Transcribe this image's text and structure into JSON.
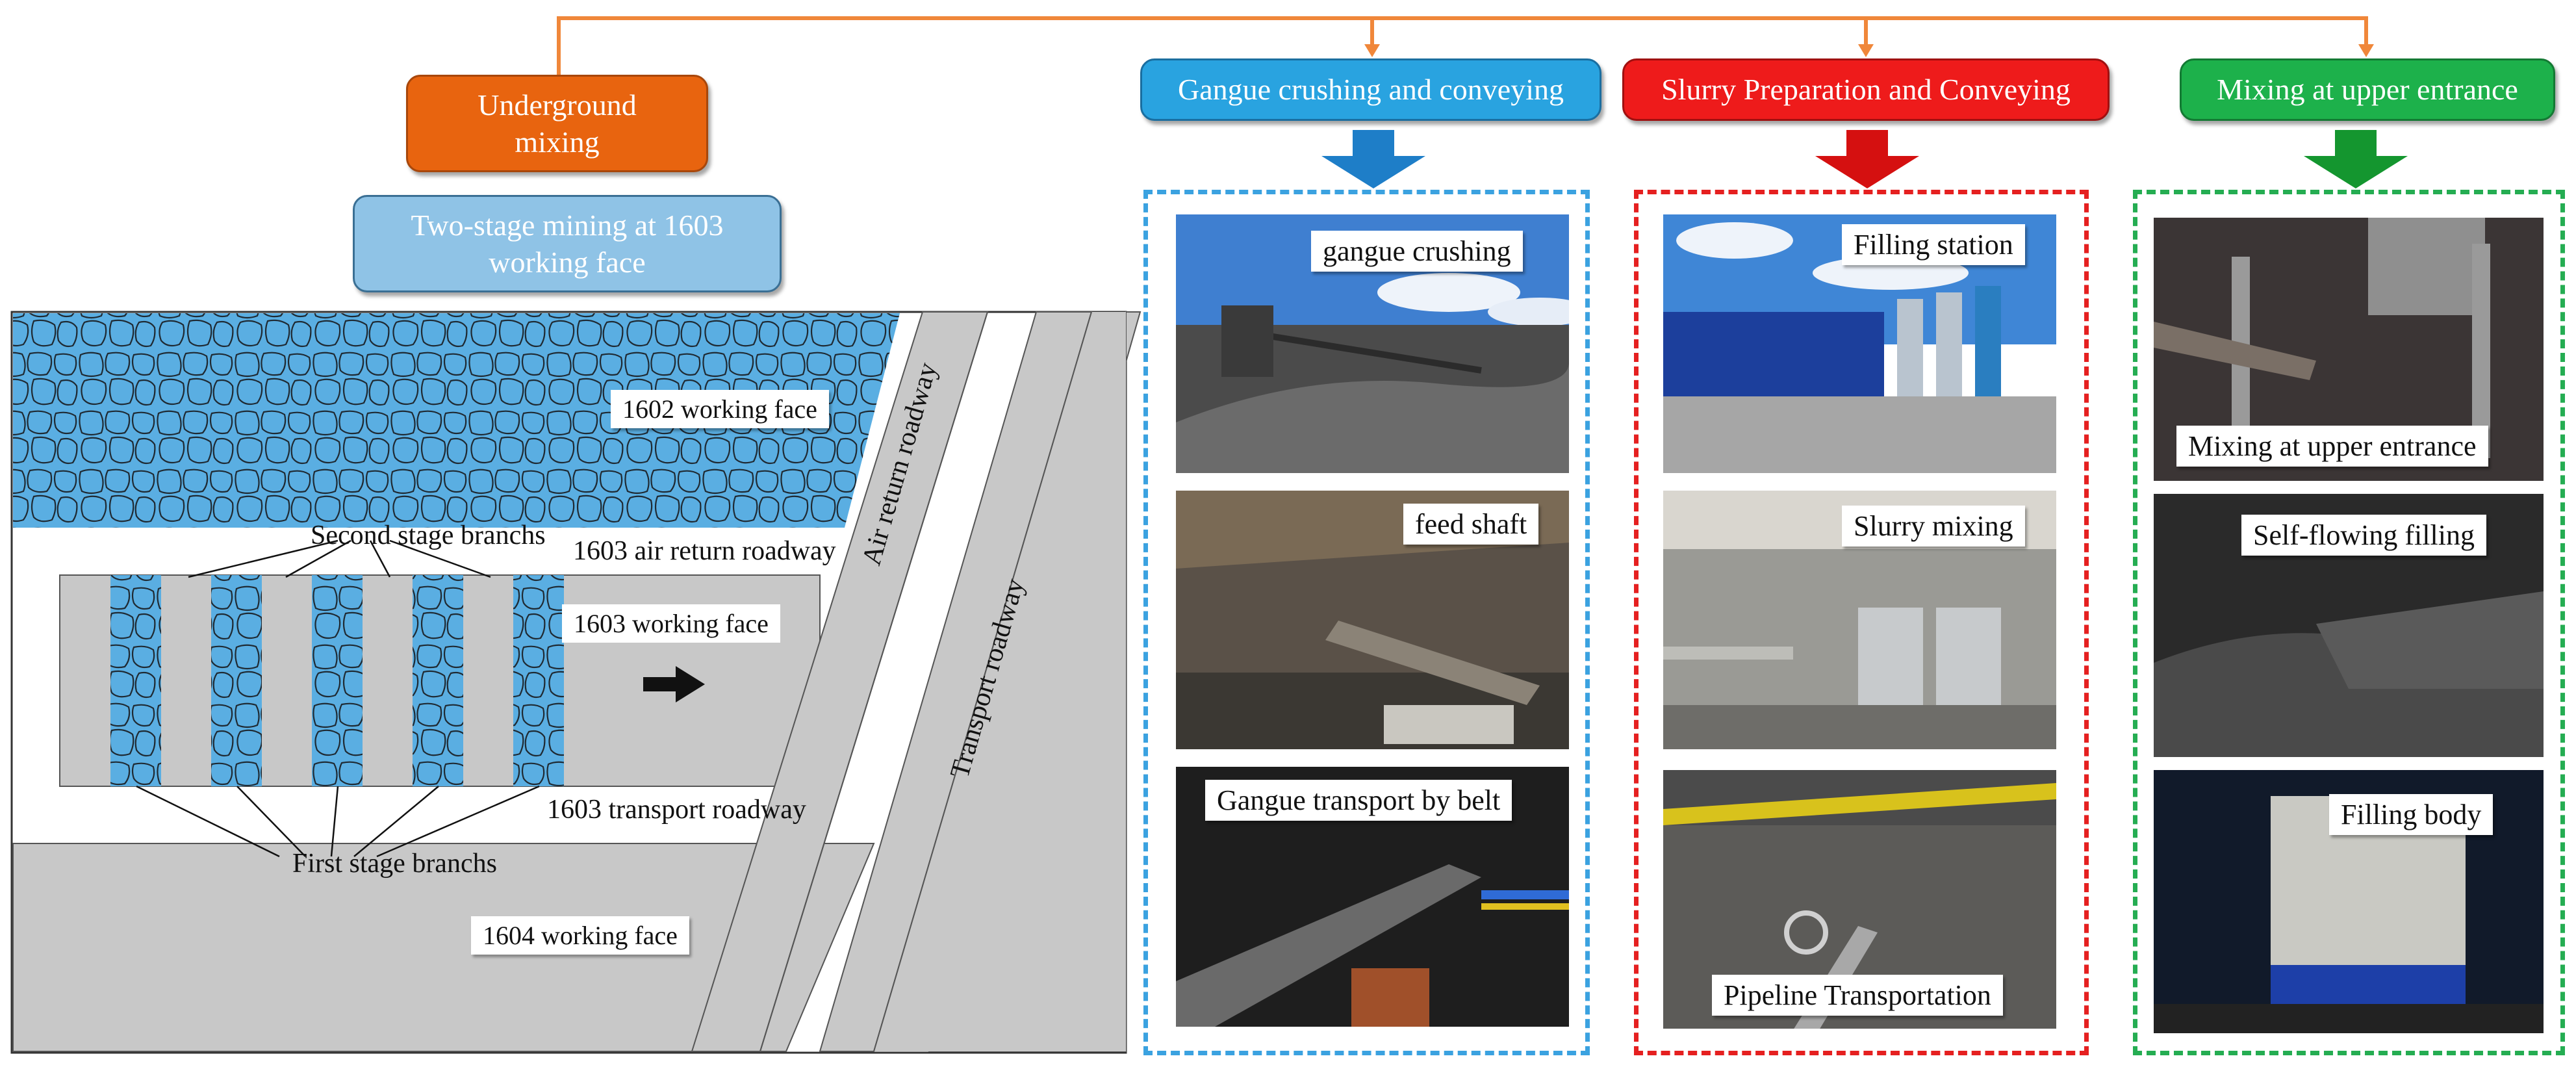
{
  "headers": {
    "underground": {
      "line1": "Underground",
      "line2": "mixing",
      "color": "#e8640f"
    },
    "two_stage": {
      "line1": "Two-stage mining at 1603",
      "line2": "working face",
      "color": "#8fc3e6"
    },
    "gangue": {
      "text": "Gangue crushing and conveying",
      "color": "#29a3e0"
    },
    "slurry": {
      "text": "Slurry Preparation and Conveying",
      "color": "#ee1b1b"
    },
    "mixing": {
      "text": "Mixing at upper entrance",
      "color": "#1db14b"
    }
  },
  "diagram": {
    "face_1602": "1602 working face",
    "face_1603": "1603 working face",
    "face_1604": "1604 working face",
    "air_return_1603": "1603 air return  roadway",
    "transport_1603": "1603 transport roadway",
    "second_stage": "Second stage branchs",
    "first_stage": "First stage branchs",
    "air_return_roadway": "Air return roadway",
    "transport_roadway": "Transport roadway"
  },
  "photos": {
    "gangue": [
      "gangue crushing",
      "feed shaft",
      "Gangue transport by belt"
    ],
    "slurry": [
      "Filling station",
      "Slurry mixing",
      "Pipeline Transportation"
    ],
    "mixing": [
      "Mixing at upper entrance",
      "Self-flowing filling",
      "Filling body"
    ]
  },
  "colors": {
    "connector": "#f0873a",
    "goaf_blue": "#5aaee2",
    "rock_grey": "#c8c8c8"
  }
}
